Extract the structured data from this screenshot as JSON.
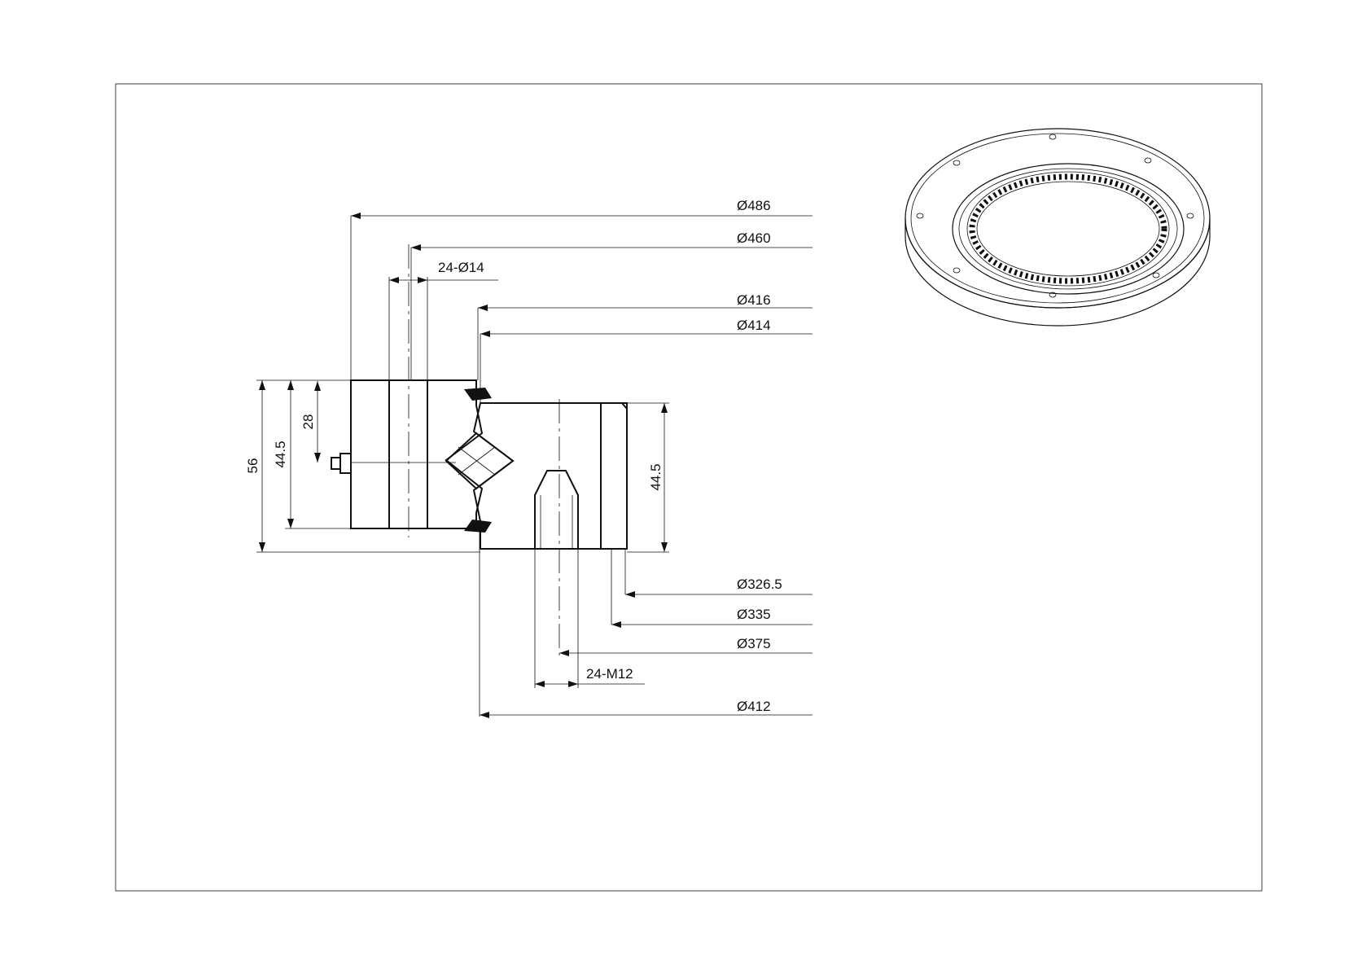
{
  "drawing": {
    "dims_right": [
      "Ø486",
      "Ø460",
      "24-Ø14",
      "Ø416",
      "Ø414"
    ],
    "dims_bottom": [
      "Ø326.5",
      "Ø335",
      "Ø375",
      "24-M12",
      "Ø412"
    ],
    "dims_left": [
      "56",
      "44.5",
      "28"
    ],
    "dims_inner_right": "44.5"
  },
  "colors": {
    "line": "#111111",
    "background": "#ffffff",
    "seal": "#111111"
  },
  "icons": [
    "cross-roller-bearing-section",
    "slewing-ring-iso-view"
  ]
}
